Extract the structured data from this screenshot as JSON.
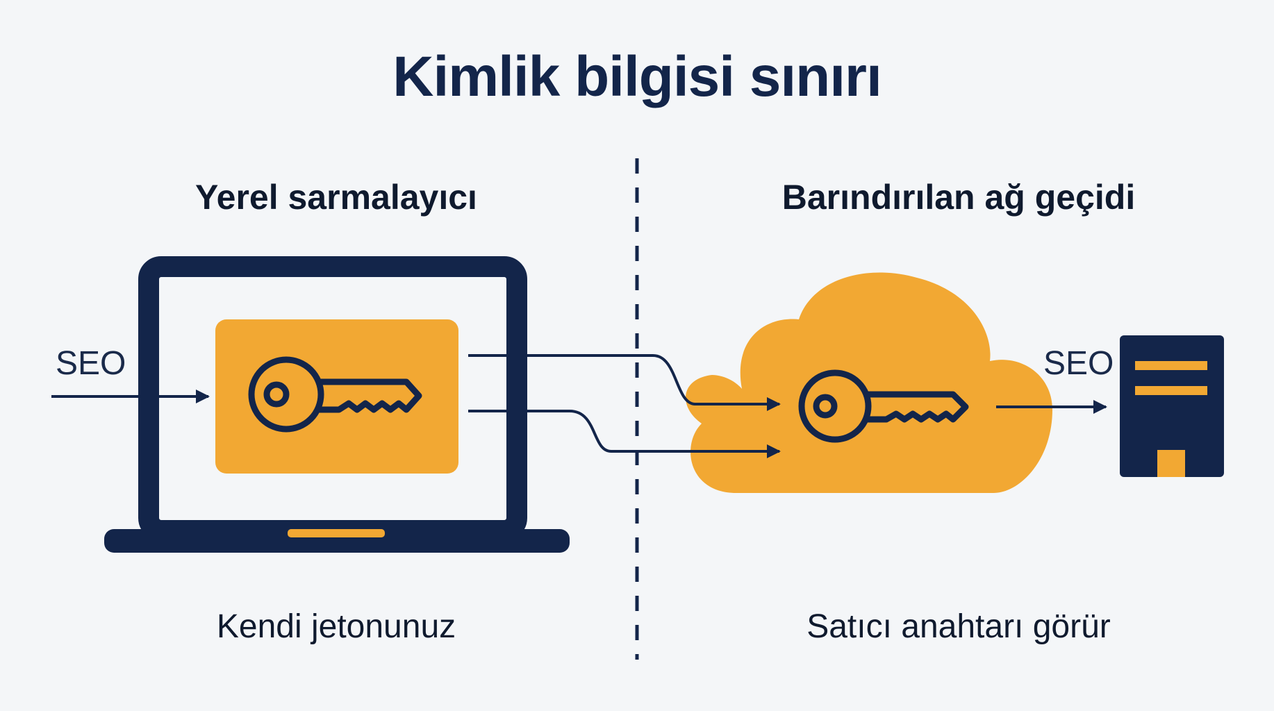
{
  "title": "Kimlik bilgisi sınırı",
  "left": {
    "heading": "Yerel sarmalayıcı",
    "caption": "Kendi jetonunuz",
    "input_label": "SEO"
  },
  "right": {
    "heading": "Barındırılan ağ geçidi",
    "caption": "Satıcı anahtarı görür",
    "output_label": "SEO"
  },
  "colors": {
    "navy": "#13254a",
    "accent": "#f2a833",
    "background": "#f4f6f8"
  },
  "icons": [
    "laptop-icon",
    "key-icon",
    "cloud-icon",
    "key-icon",
    "server-icon"
  ]
}
